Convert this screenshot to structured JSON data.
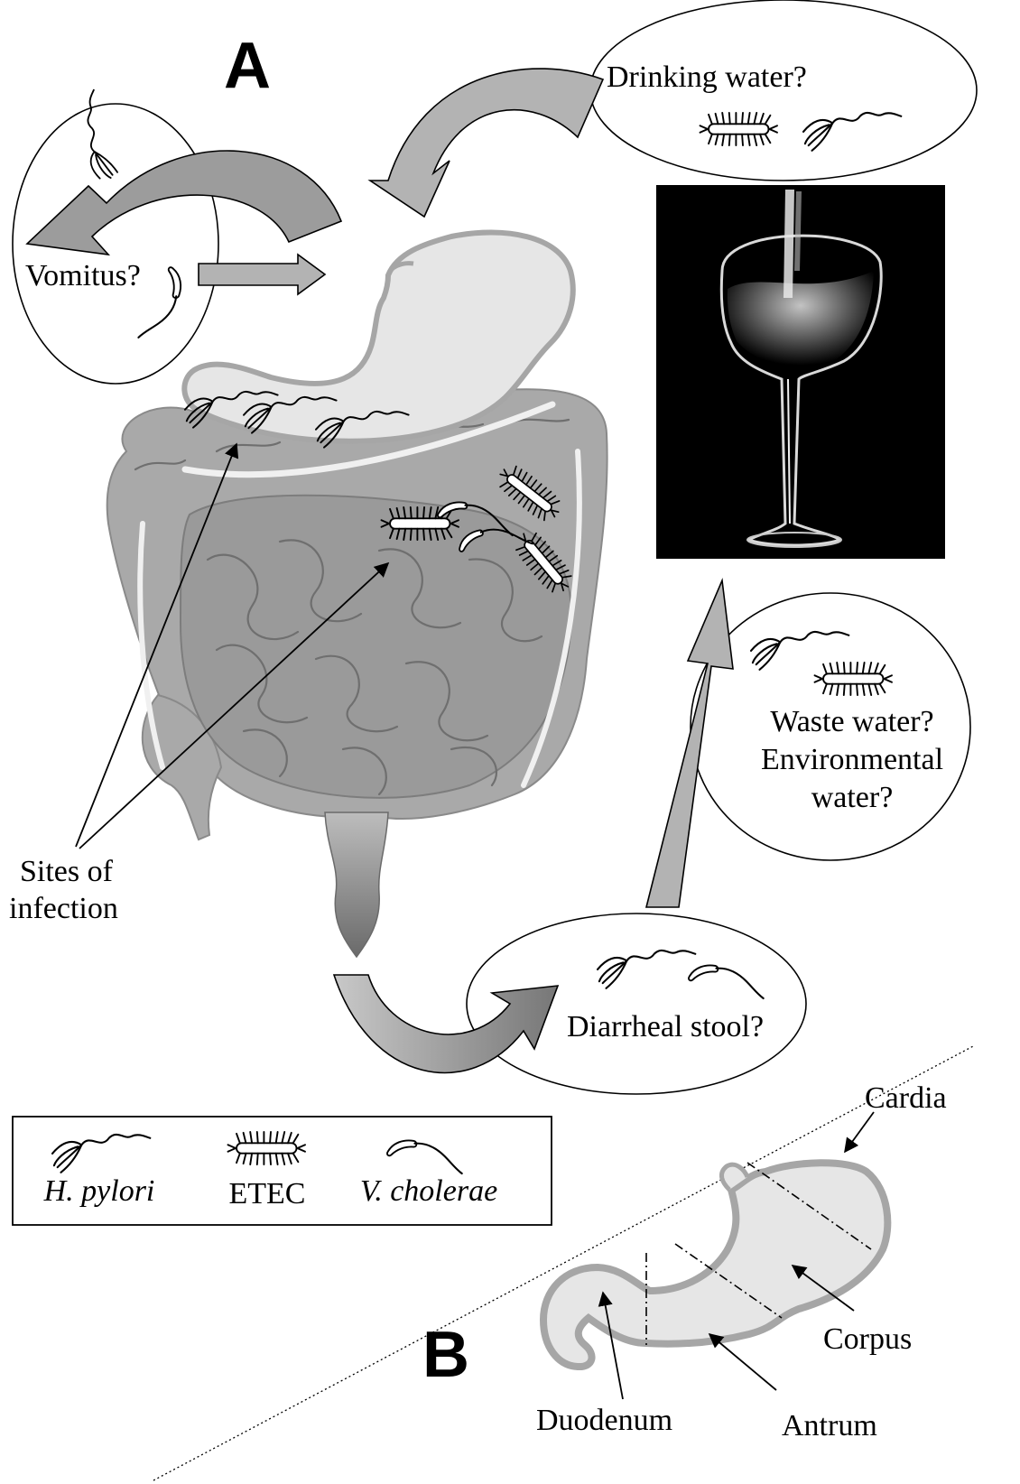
{
  "panel_a": {
    "label": "A"
  },
  "panel_b": {
    "label": "B"
  },
  "callouts": {
    "drinking_water": "Drinking water?",
    "vomitus": "Vomitus?",
    "waste_water_line1": "Waste water?",
    "waste_water_line2": "Environmental",
    "waste_water_line3": "water?",
    "diarrheal_stool": "Diarrheal stool?",
    "sites_line1": "Sites of",
    "sites_line2": "infection"
  },
  "legend": {
    "items": [
      {
        "name": "H. pylori",
        "icon": "helicobacter-icon"
      },
      {
        "name": "ETEC",
        "icon": "etec-icon"
      },
      {
        "name": "V. cholerae",
        "icon": "vibrio-icon"
      }
    ]
  },
  "stomach_regions": {
    "cardia": "Cardia",
    "corpus": "Corpus",
    "antrum": "Antrum",
    "duodenum": "Duodenum"
  },
  "colors": {
    "gut_fill": "#a9a9a9",
    "stomach_fill": "#e6e6e6",
    "arrow_light": "#b5b5b5",
    "arrow_dark": "#7d7d7d",
    "photo_bg": "#000000"
  }
}
